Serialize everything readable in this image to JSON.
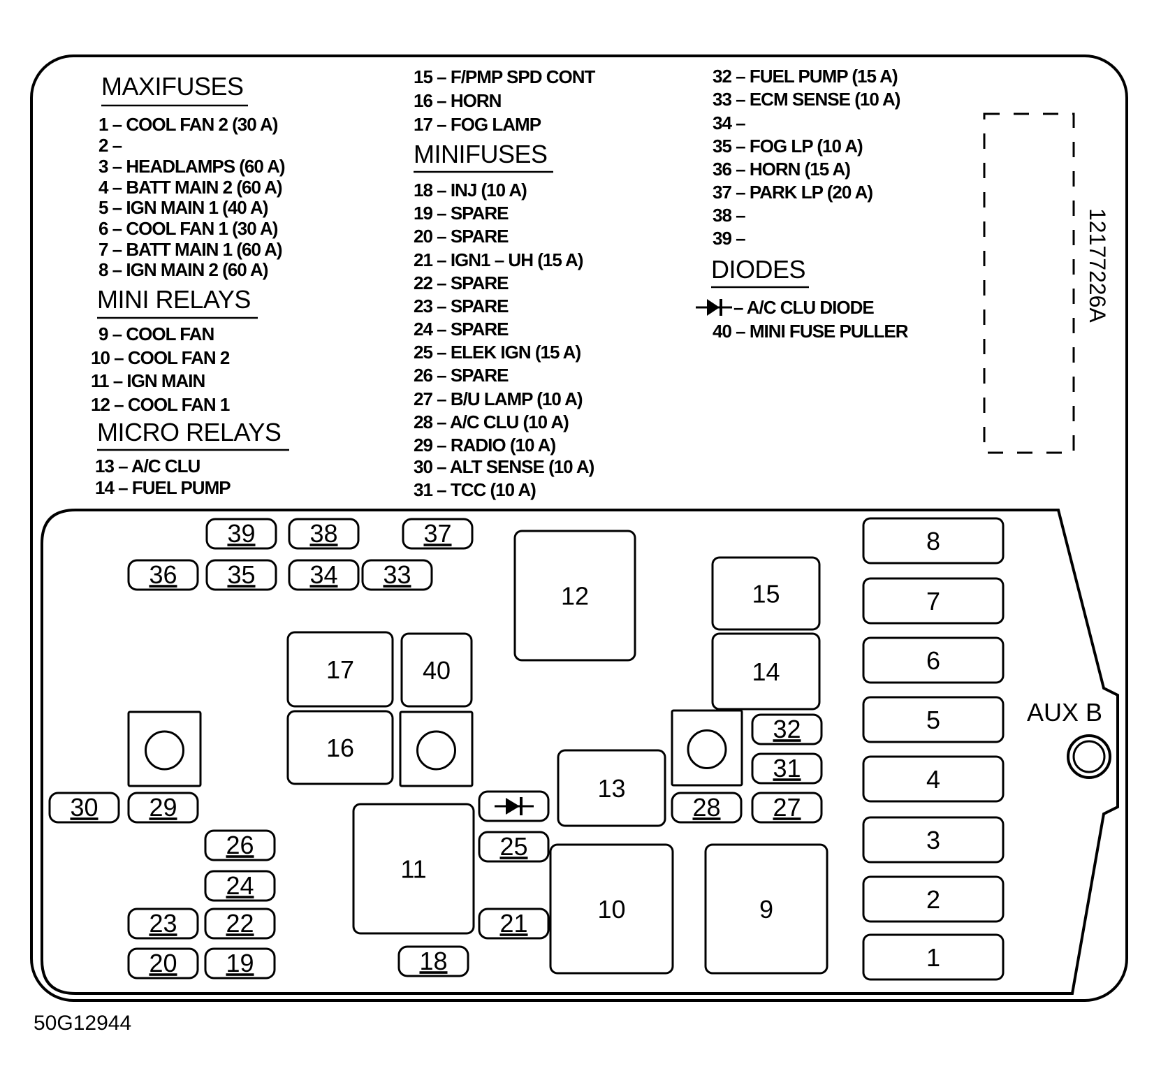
{
  "legend": {
    "maxifuses": {
      "heading": "MAXIFUSES",
      "items": [
        "1 – COOL FAN 2 (30 A)",
        "2 –",
        "3 – HEADLAMPS (60 A)",
        "4 – BATT MAIN 2 (60 A)",
        "5 – IGN MAIN 1 (40 A)",
        "6 – COOL FAN 1 (30 A)",
        "7 – BATT MAIN 1 (60 A)",
        "8 – IGN MAIN 2 (60 A)"
      ]
    },
    "mini_relays": {
      "heading": "MINI RELAYS",
      "items": [
        "9 – COOL FAN",
        "10 – COOL FAN 2",
        "11 – IGN MAIN",
        "12 – COOL FAN 1"
      ]
    },
    "micro_relays": {
      "heading": "MICRO RELAYS",
      "items": [
        "13 – A/C CLU",
        "14 – FUEL PUMP"
      ]
    },
    "col2_top": [
      "15 – F/PMP SPD CONT",
      "16 – HORN",
      "17 – FOG LAMP"
    ],
    "minifuses": {
      "heading": "MINIFUSES",
      "items": [
        "18 – INJ (10 A)",
        "19 – SPARE",
        "20 – SPARE",
        "21 – IGN1 – UH (15 A)",
        "22 – SPARE",
        "23 – SPARE",
        "24 – SPARE",
        "25 – ELEK IGN (15 A)",
        "26 – SPARE",
        "27 – B/U LAMP (10 A)",
        "28 – A/C CLU (10 A)",
        "29 – RADIO (10 A)",
        "30 – ALT SENSE (10 A)",
        "31 – TCC (10 A)"
      ]
    },
    "col3_top": [
      "32 – FUEL PUMP (15 A)",
      "33 – ECM SENSE (10 A)",
      "34 –",
      "35 – FOG LP (10 A)",
      "36 – HORN (15 A)",
      "37 – PARK LP (20 A)",
      "38 –",
      "39 –"
    ],
    "diodes": {
      "heading": "DIODES",
      "items": [
        "– A/C CLU DIODE",
        "40 – MINI FUSE PULLER"
      ]
    }
  },
  "part_number": "12177226A",
  "aux_label": "AUX B",
  "figure_code": "50G12944",
  "slots": {
    "maxi": [
      "8",
      "7",
      "6",
      "5",
      "4",
      "3",
      "2",
      "1"
    ],
    "relay": [
      "12",
      "15",
      "14",
      "17",
      "40",
      "16",
      "13",
      "11",
      "10",
      "9"
    ],
    "mini": [
      "39",
      "38",
      "37",
      "36",
      "35",
      "34",
      "33",
      "32",
      "31",
      "30",
      "29",
      "28",
      "27",
      "26",
      "25",
      "24",
      "23",
      "22",
      "21",
      "20",
      "19",
      "18"
    ]
  },
  "icons": {
    "diode": "diode-icon",
    "stud": "stud-circle-icon",
    "bolt": "bolt-circle-icon"
  }
}
